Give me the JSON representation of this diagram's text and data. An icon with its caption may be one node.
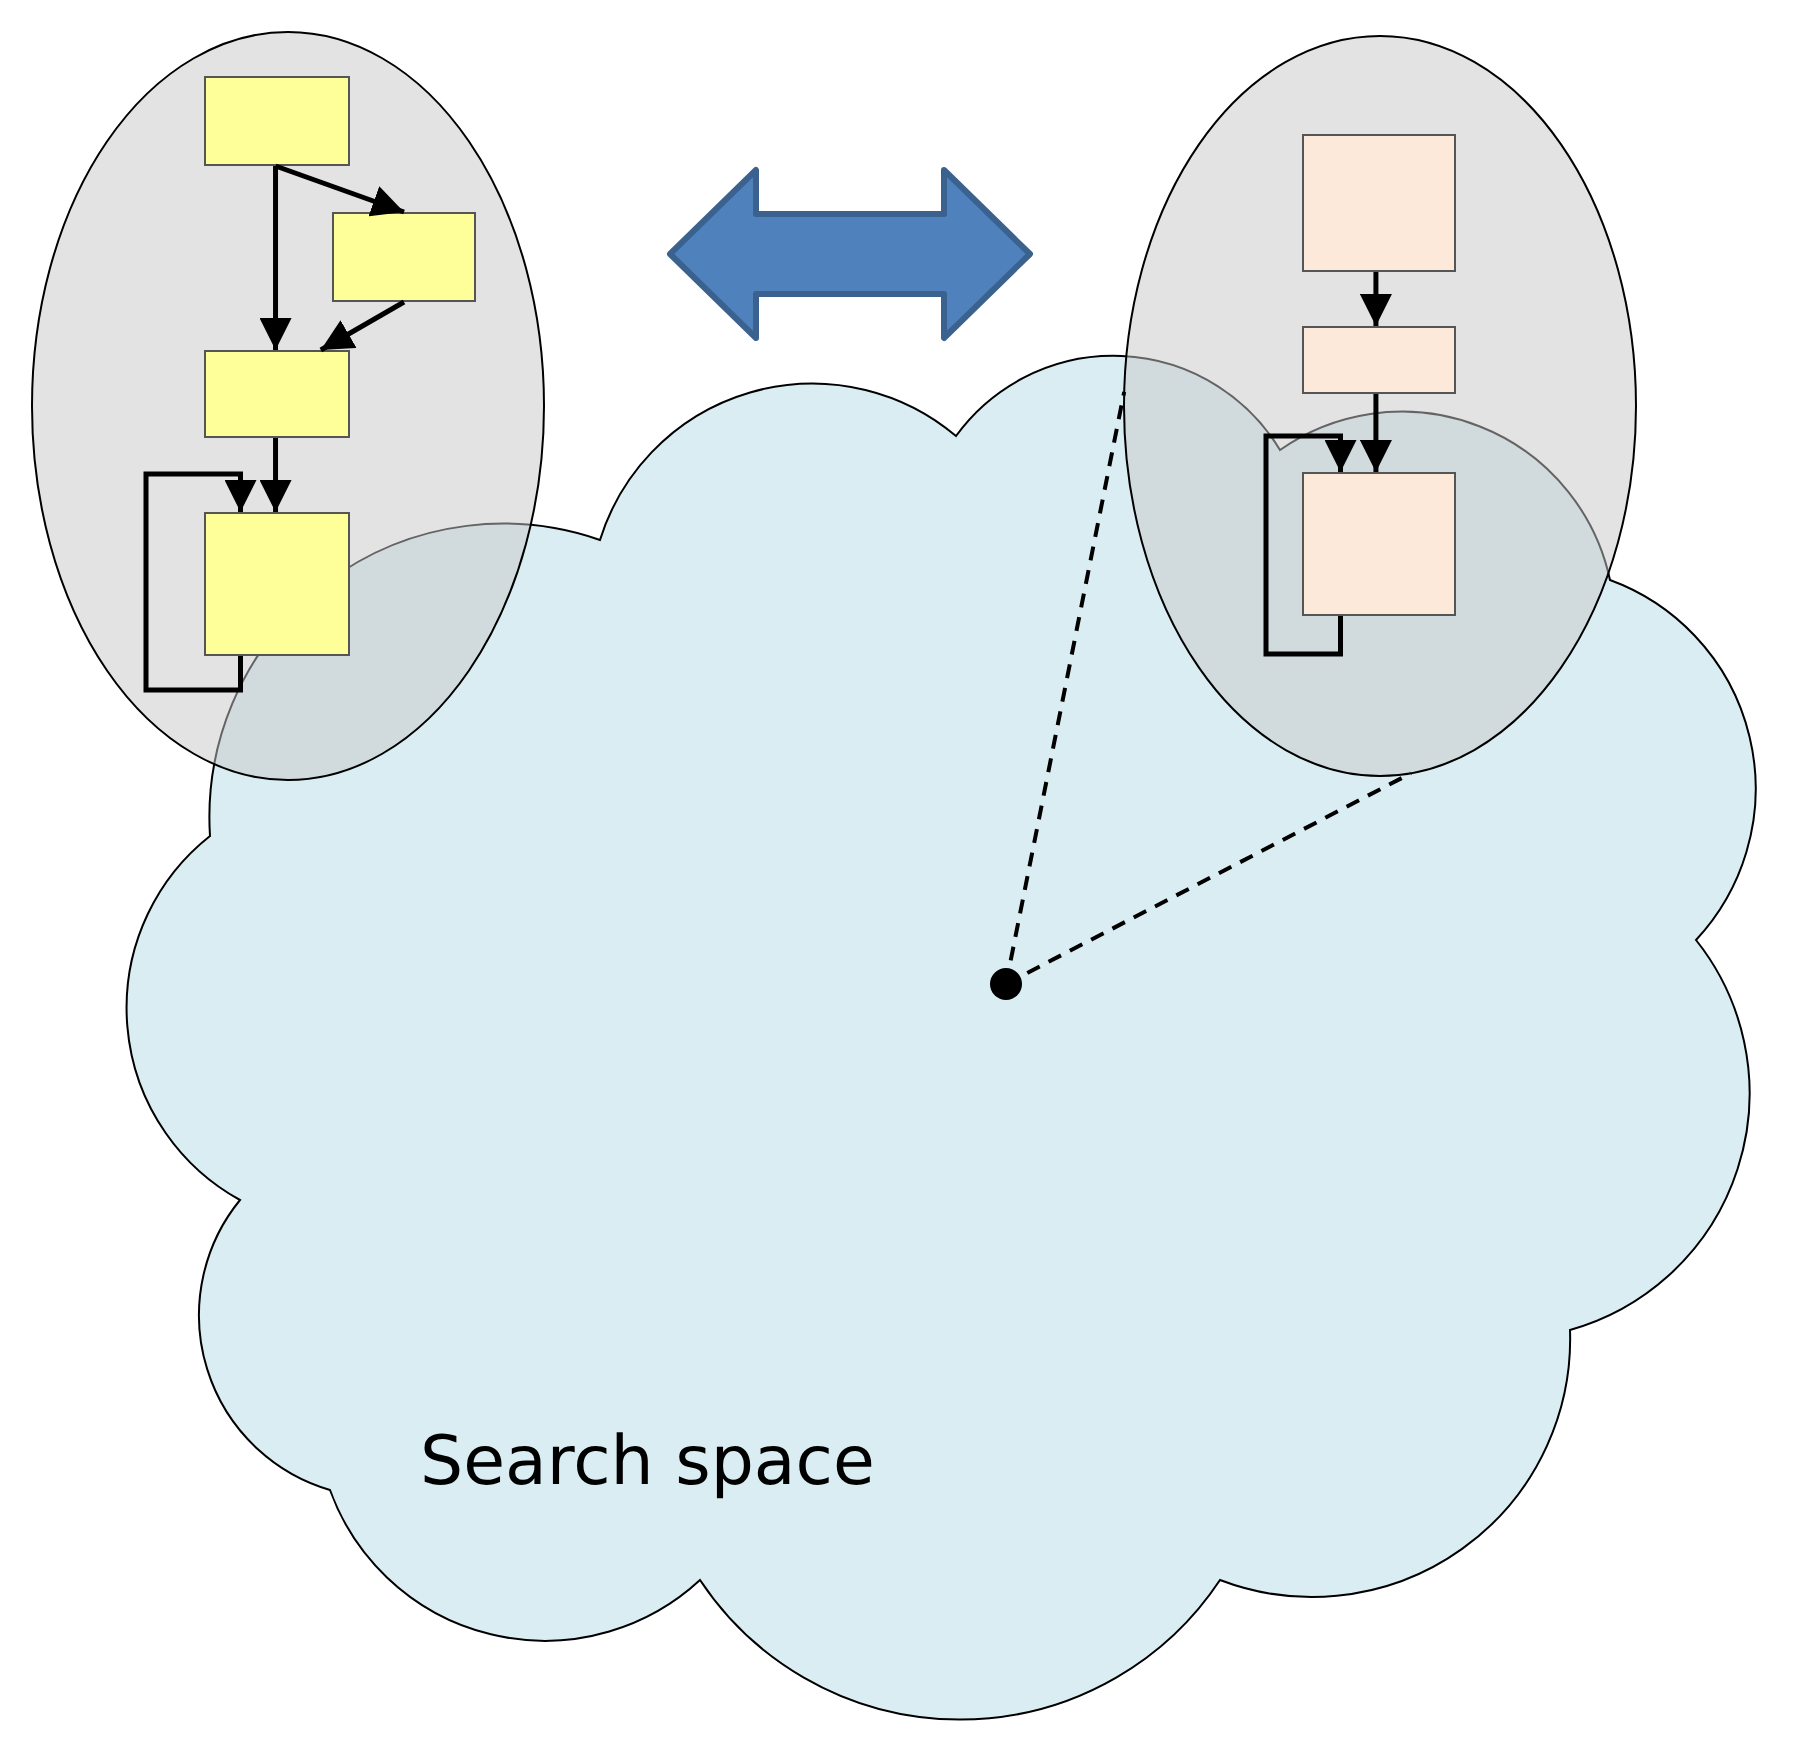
{
  "diagram": {
    "nodes": [
      {
        "text": [
          "Search space"
        ]
      },
      {
        "text": [],
        "shape": "ellipse"
      },
      {
        "text": [],
        "shape": "box",
        "in": 1
      },
      {
        "text": [],
        "shape": "box",
        "in": 1
      },
      {
        "text": [],
        "shape": "box",
        "in": 1
      },
      {
        "text": [],
        "shape": "box",
        "in": 1
      },
      {
        "text": [],
        "shape": "ellipse"
      },
      {
        "text": [],
        "shape": "box",
        "in": 6
      },
      {
        "text": [],
        "shape": "box",
        "in": 6
      },
      {
        "text": [],
        "shape": "box"
      },
      {
        "text": [],
        "shape": "circle",
        "in": 0
      }
    ],
    "edges": [
      {
        "from": 2,
        "to": 3,
        "arrow": "to"
      },
      {
        "from": 2,
        "to": 4,
        "arrow": "to"
      },
      {
        "from": 3,
        "to": 4,
        "arrow": "to"
      },
      {
        "from": 4,
        "to": 5,
        "arrow": "to"
      },
      {
        "from": 5,
        "to": 5,
        "arrow": "to"
      },
      {
        "from": 7,
        "to": 8,
        "arrow": "to"
      },
      {
        "from": 8,
        "to": 9,
        "arrow": "to"
      },
      {
        "from": 9,
        "to": 9,
        "arrow": "to"
      },
      {
        "from": 1,
        "to": 6,
        "arrow": "both",
        "style": "thick",
        "color": "#4f81bd"
      },
      {
        "from": 10,
        "to": 6,
        "arrow": "none",
        "style": "dashed"
      },
      {
        "from": 10,
        "to": 6,
        "arrow": "none",
        "style": "dashed"
      }
    ]
  }
}
